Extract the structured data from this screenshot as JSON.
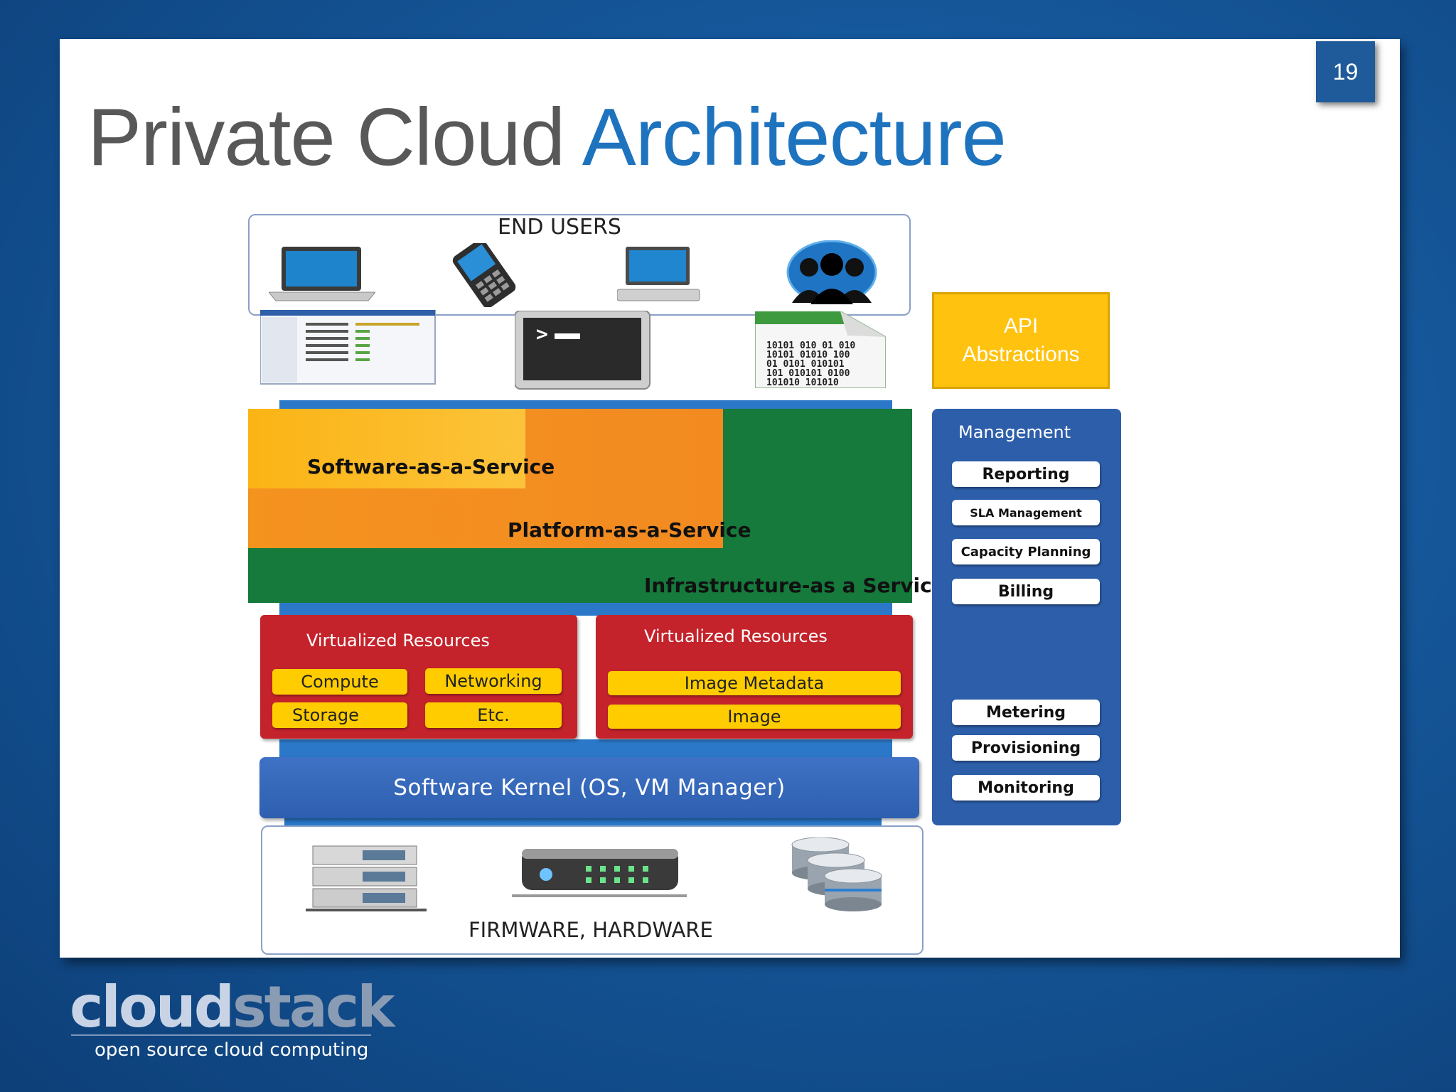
{
  "slide": {
    "page_number": "19",
    "title_part1": "Private Cloud ",
    "title_part2": "Architecture"
  },
  "colors": {
    "background": "#15579a",
    "title_gray": "#585858",
    "title_blue": "#1e73be",
    "saas": "#fbb415",
    "paas": "#f5931f",
    "iaas": "#157a3c",
    "virtualized_red": "#c4232b",
    "pill_yellow": "#ffcc00",
    "kernel_blue": "#3f72c4",
    "management_blue": "#2d5eaa",
    "api_yellow": "#ffc20e"
  },
  "diagram": {
    "end_users_label": "END USERS",
    "end_user_icons": [
      "laptop-icon",
      "smartphone-icon",
      "desktop-computer-icon",
      "globe-users-icon"
    ],
    "access_icons": [
      "web-console-icon",
      "terminal-icon",
      "binary-file-icon"
    ],
    "binary_text": [
      "10101 010 01 010",
      "10101 01010 100",
      "01 0101 010101",
      "101 010101 0100",
      "101010    101010"
    ],
    "terminal_prompt": ">",
    "saas": "Software-as-a-Service",
    "paas": "Platform-as-a-Service",
    "iaas": "Infrastructure-as a Service",
    "vr_left": {
      "title": "Virtualized Resources",
      "items": [
        "Compute",
        "Networking",
        "Storage",
        "Etc."
      ]
    },
    "vr_right": {
      "title": "Virtualized Resources",
      "items": [
        "Image Metadata",
        "Image"
      ]
    },
    "kernel": "Software Kernel (OS, VM Manager)",
    "hardware_label": "FIRMWARE, HARDWARE",
    "hardware_icons": [
      "server-rack-icon",
      "network-switch-icon",
      "database-storage-icon"
    ]
  },
  "api": {
    "line1": "API",
    "line2": "Abstractions"
  },
  "management": {
    "title": "Management",
    "items_top": [
      "Reporting",
      "SLA Management",
      "Capacity Planning",
      "Billing"
    ],
    "items_bottom": [
      "Metering",
      "Provisioning",
      "Monitoring"
    ]
  },
  "logo": {
    "part1": "cloud",
    "part2": "stack",
    "tagline": "open source cloud computing"
  }
}
